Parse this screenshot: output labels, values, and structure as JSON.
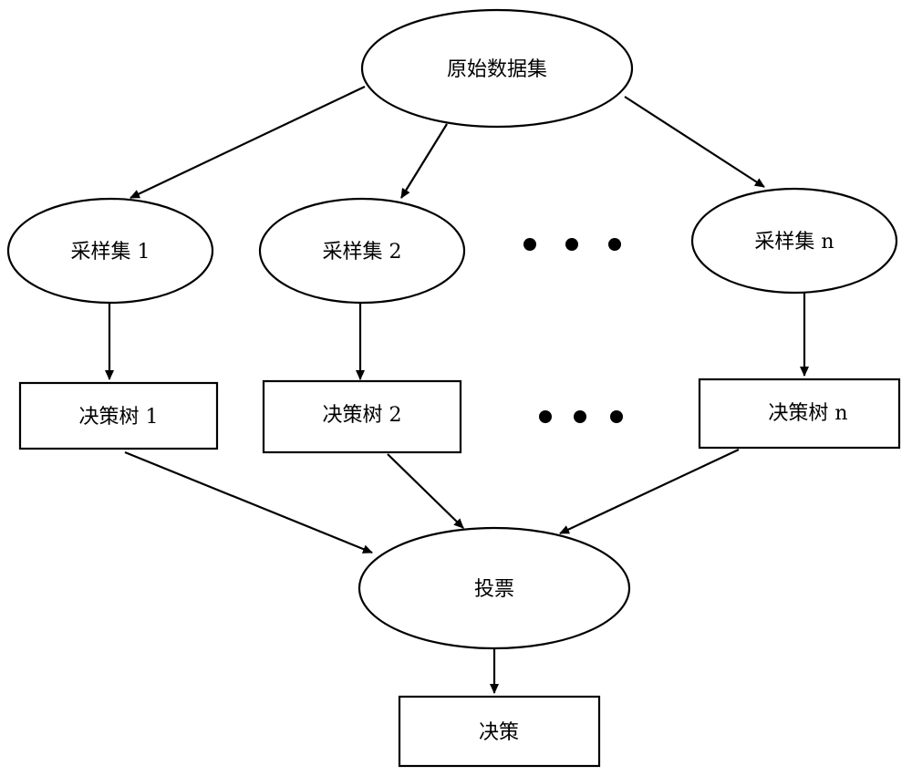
{
  "diagram": {
    "root": "原始数据集",
    "samples": {
      "s1": "采样集 1",
      "s2": "采样集 2",
      "sn": "采样集 n"
    },
    "trees": {
      "t1": "决策树 1",
      "t2": "决策树 2",
      "tn": "决策树 n"
    },
    "vote": "投票",
    "decision": "决策"
  },
  "colors": {
    "stroke": "#000000",
    "fill": "#ffffff",
    "background": "#ffffff"
  }
}
